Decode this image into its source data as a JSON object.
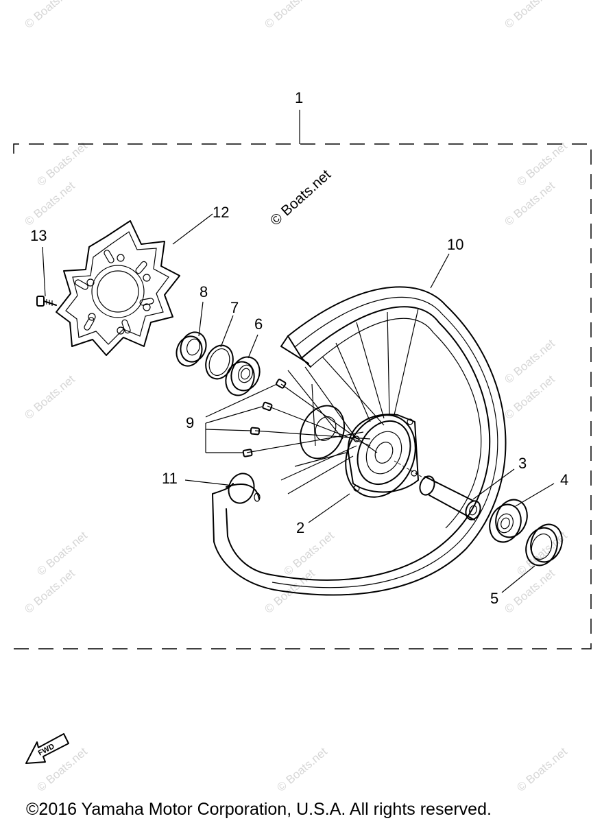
{
  "watermark_main": "© Boats.net",
  "watermark_repeat": "© Boats.net",
  "copyright": "©2016 Yamaha Motor Corporation, U.S.A. All rights reserved.",
  "fwd_badge": "FWD",
  "callouts": {
    "c1": "1",
    "c2": "2",
    "c3": "3",
    "c4": "4",
    "c5": "5",
    "c6": "6",
    "c7": "7",
    "c8": "8",
    "c9": "9",
    "c10": "10",
    "c11": "11",
    "c12": "12",
    "c13": "13"
  }
}
